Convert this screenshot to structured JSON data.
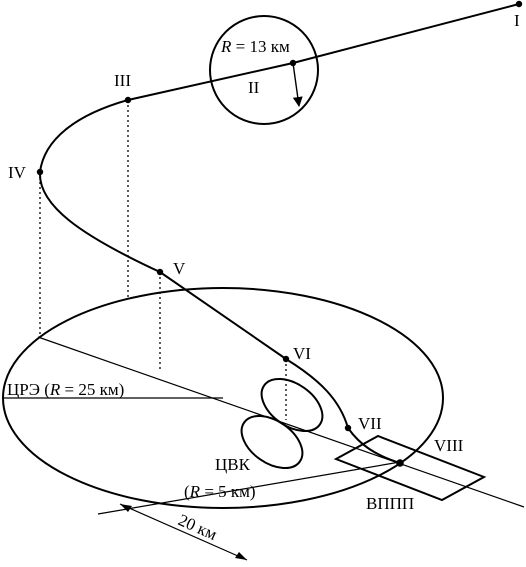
{
  "points": {
    "p1": "I",
    "p2": "II",
    "p3": "III",
    "p4": "IV",
    "p5": "V",
    "p6": "VI",
    "p7": "VII",
    "p8": "VIII",
    "p9": "ВППП"
  },
  "circle_label": {
    "r_symbol": "R",
    "r_value": " = 13 км"
  },
  "zone_large": {
    "name": "ЦРЭ (",
    "r_symbol": "R",
    "r_value": " = 25 км)"
  },
  "zone_small": {
    "name": "ЦВК",
    "open": "(",
    "r_symbol": "R",
    "r_value": " = 5 км)"
  },
  "distance_label": "20 км"
}
